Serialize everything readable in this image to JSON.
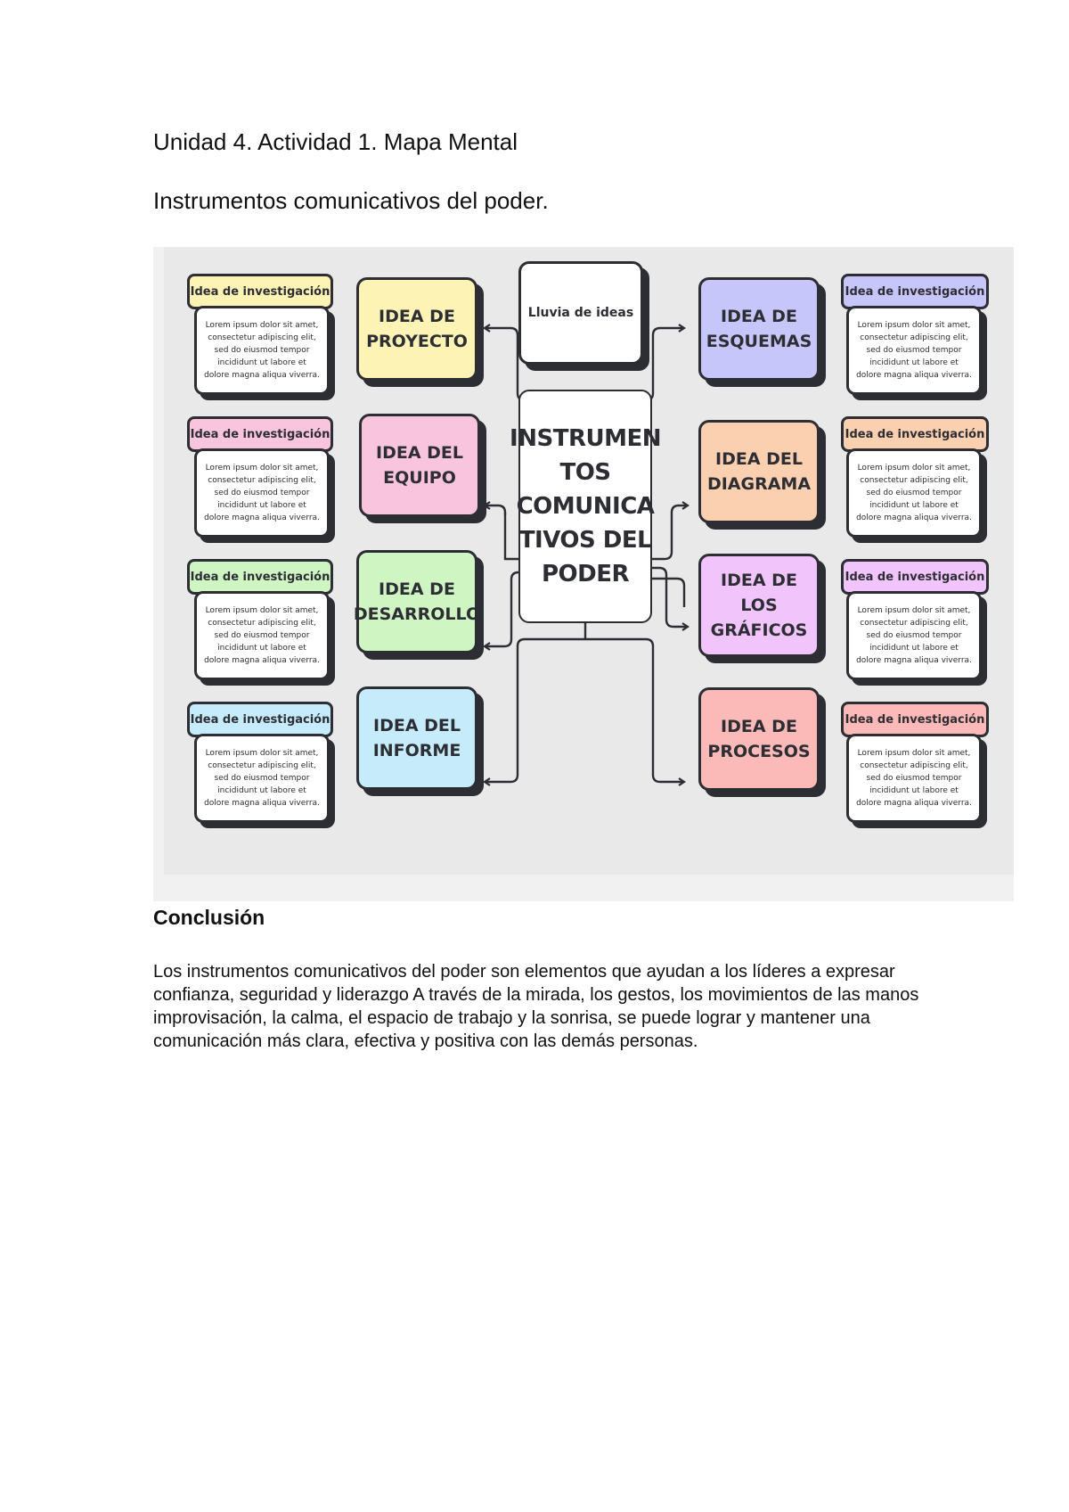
{
  "document": {
    "title": "Unidad 4. Actividad 1. Mapa Mental",
    "subtitle": "Instrumentos comunicativos del poder."
  },
  "mindmap": {
    "center_label": "INSTRUMEN\nTOS\nCOMUNICA\nTIVOS DEL\nPODER",
    "brainstorm_label": "Lluvia de ideas",
    "research_tab_label": "Idea de investigación",
    "lorem_text": "Lorem ipsum dolor sit amet, consectetur adipiscing elit, sed do eiusmod tempor incididunt ut labore et dolore magna aliqua viverra.",
    "ideas": [
      {
        "label": "IDEA DE\nPROYECTO",
        "color": "#fdf3b5"
      },
      {
        "label": "IDEA DEL\nEQUIPO",
        "color": "#f9c4dd"
      },
      {
        "label": "IDEA DE\nDESARROLLO",
        "color": "#cff5c2"
      },
      {
        "label": "IDEA DEL\nINFORME",
        "color": "#c6ecfb"
      },
      {
        "label": "IDEA DE\nESQUEMAS",
        "color": "#c7c6fb"
      },
      {
        "label": "IDEA DEL\nDIAGRAMA",
        "color": "#fbd0b0"
      },
      {
        "label": "IDEA DE LOS\nGRÁFICOS",
        "color": "#f1c4fb"
      },
      {
        "label": "IDEA DE\nPROCESOS",
        "color": "#fbb9b7"
      }
    ]
  },
  "conclusion": {
    "title": "Conclusión",
    "body": "Los instrumentos comunicativos del poder son elementos que ayudan a los líderes a expresar confianza, seguridad y liderazgo A través de la mirada, los gestos, los movimientos de las manos  improvisación, la calma, el espacio de trabajo y la sonrisa, se puede lograr y mantener una comunicación más clara, efectiva y positiva con las demás personas."
  }
}
